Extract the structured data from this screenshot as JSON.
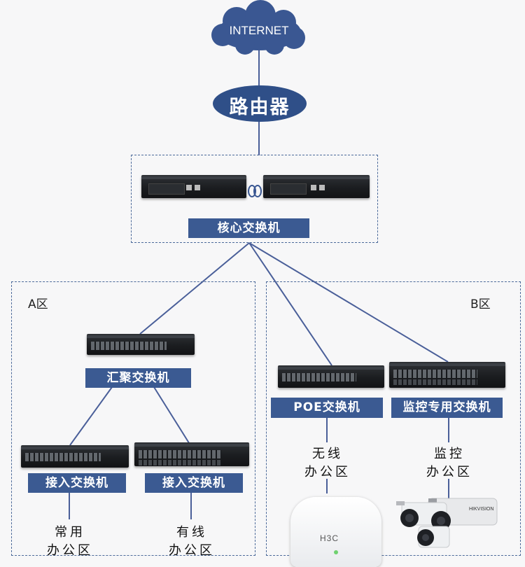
{
  "cloud": {
    "label": "INTERNET"
  },
  "router": {
    "label": "路由器"
  },
  "core": {
    "label": "核心交换机"
  },
  "zone_a": {
    "title": "A区"
  },
  "zone_b": {
    "title": "B区"
  },
  "aggregation": {
    "label": "汇聚交换机"
  },
  "access_1": {
    "label": "接入交换机"
  },
  "access_2": {
    "label": "接入交换机"
  },
  "poe": {
    "label": "POE交换机"
  },
  "monitor": {
    "label": "监控专用交换机"
  },
  "offices": {
    "common": {
      "line1": "常用",
      "line2": "办公区"
    },
    "wired": {
      "line1": "有线",
      "line2": "办公区"
    },
    "wireless": {
      "line1": "无线",
      "line2": "办公区"
    },
    "surveillance": {
      "line1": "监控",
      "line2": "办公区"
    }
  },
  "ap": {
    "brand": "H3C"
  },
  "camera": {
    "brand": "HIKVISION"
  },
  "colors": {
    "link": "#4a5f99",
    "label_bg": "#3b5a92",
    "cloud": "#3a5792"
  }
}
